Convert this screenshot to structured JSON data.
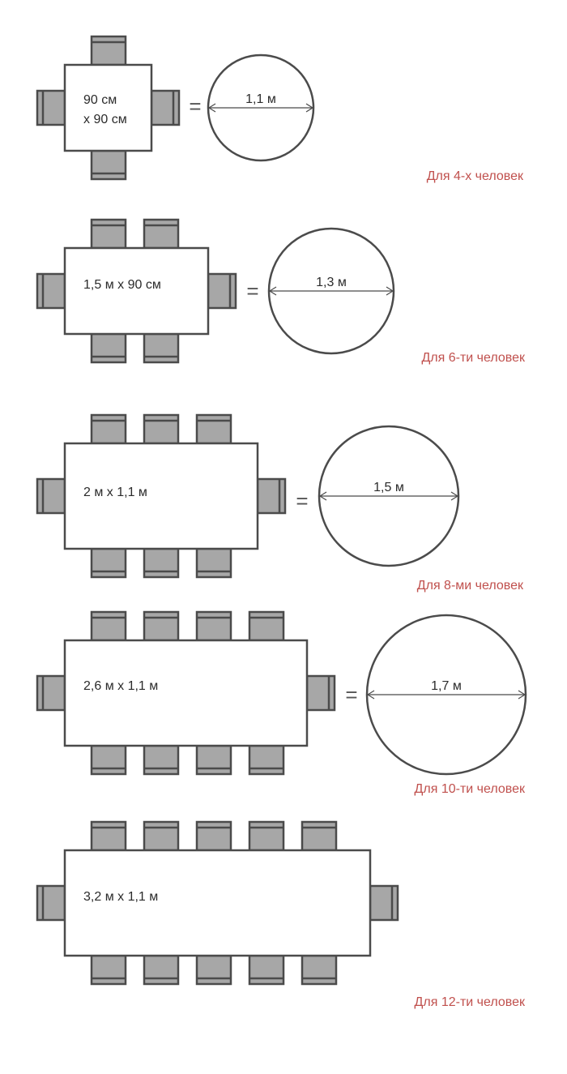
{
  "colors": {
    "caption": "#c0504d",
    "stroke": "#4b4b4b",
    "chair_fill": "#a7a7a7"
  },
  "equals_sign": "=",
  "groups": [
    {
      "rect_label_lines": [
        "90 см",
        "x 90 см"
      ],
      "circle_label": "1,1 м",
      "caption": "Для 4-х человек",
      "chairs_per_long_side": 1
    },
    {
      "rect_label_lines": [
        "1,5 м x 90 см"
      ],
      "circle_label": "1,3 м",
      "caption": "Для 6-ти человек",
      "chairs_per_long_side": 2
    },
    {
      "rect_label_lines": [
        "2 м x 1,1 м"
      ],
      "circle_label": "1,5 м",
      "caption": "Для 8-ми человек",
      "chairs_per_long_side": 3
    },
    {
      "rect_label_lines": [
        "2,6 м x 1,1 м"
      ],
      "circle_label": "1,7 м",
      "caption": "Для 10-ти человек",
      "chairs_per_long_side": 4
    },
    {
      "rect_label_lines": [
        "3,2 м x 1,1 м"
      ],
      "circle_label": "",
      "caption": "Для 12-ти человек",
      "chairs_per_long_side": 5
    }
  ]
}
